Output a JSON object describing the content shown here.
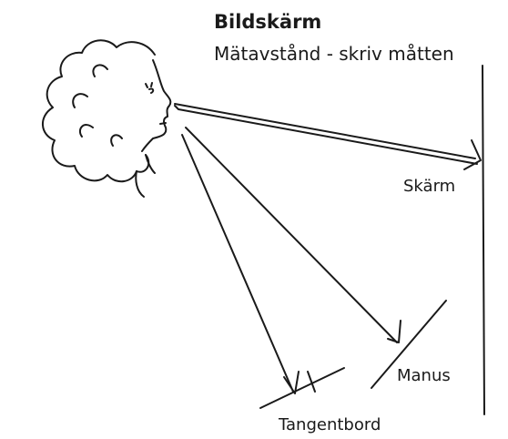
{
  "header": {
    "title": "Bildskärm",
    "subtitle": "Mätavstånd - skriv måtten"
  },
  "labels": {
    "screen": "Skärm",
    "manuscript": "Manus",
    "keyboard": "Tangentbord"
  },
  "colors": {
    "ink": "#1a1a1a",
    "background": "#ffffff"
  }
}
